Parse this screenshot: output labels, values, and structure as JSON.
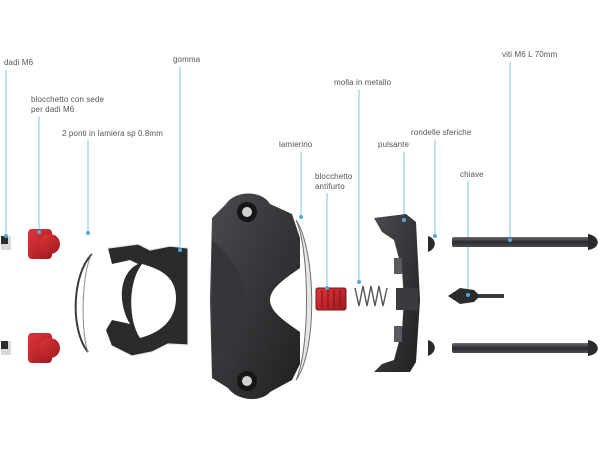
{
  "colors": {
    "leader": "#7dc4e2",
    "dot": "#4fa9d6",
    "part_dark": "#2a2b2d",
    "part_mid": "#4a4b4e",
    "part_red": "#c8262c",
    "text": "#555555"
  },
  "labels": {
    "dadi": "dadi M6",
    "blocchetto_sede_1": "blocchetto con sede",
    "blocchetto_sede_2": "per dadi M6",
    "ponti": "2 ponti in lamiera sp 0.8mm",
    "gomma": "gomma",
    "lamierino": "lamierino",
    "blocchetto_antifurto_1": "blocchetto",
    "blocchetto_antifurto_2": "antifurto",
    "molla": "molla in metallo",
    "pulsante": "pulsante",
    "rondelle": "rondelle sferiche",
    "chiave": "chiave",
    "viti": "viti M6  L 70mm"
  }
}
